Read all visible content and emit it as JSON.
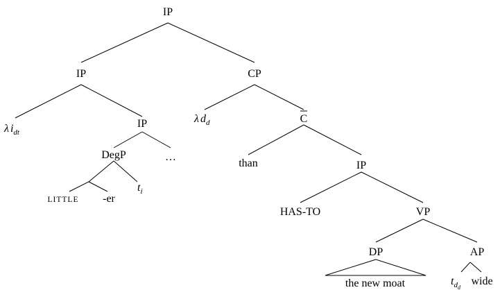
{
  "tree": {
    "root_ip": "IP",
    "left_ip": "IP",
    "cp": "CP",
    "lambda_i": {
      "symbol": "λ",
      "var": "i",
      "sub": "dt"
    },
    "lower_ip": "IP",
    "lambda_d": {
      "symbol": "λ",
      "var": "d",
      "sub": "d"
    },
    "c_bar": "C",
    "degp": "DegP",
    "ellipsis": "…",
    "little": "LITTLE",
    "er": "-er",
    "trace_i": {
      "var": "t",
      "sub": "i"
    },
    "than": "than",
    "ip_than": "IP",
    "has_to": "HAS-TO",
    "vp": "VP",
    "dp": "DP",
    "dp_content": "the new moat",
    "ap": "AP",
    "trace_d": {
      "var": "t",
      "sub": "d",
      "subsub": "d"
    },
    "wide": "wide"
  }
}
